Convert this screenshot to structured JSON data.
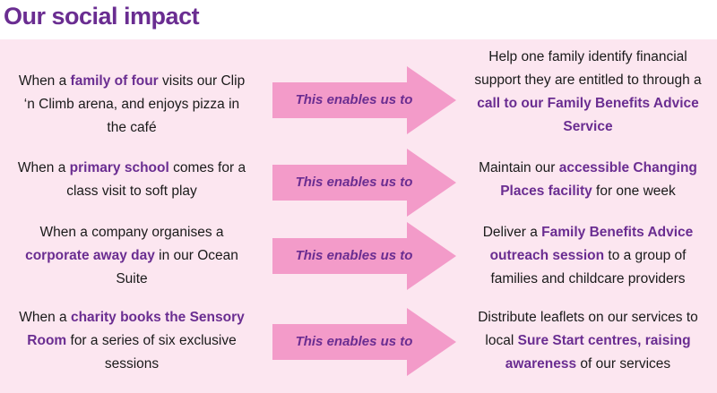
{
  "title": "Our social impact",
  "arrow_label": "This enables us to",
  "colors": {
    "accent": "#6a2d91",
    "panel": "#fce6f0",
    "arrow": "#f39bc9"
  },
  "rows": [
    {
      "cause": [
        {
          "t": "When a ",
          "b": false
        },
        {
          "t": "family of four",
          "b": true
        },
        {
          "t": " visits our Clip ‘n Climb arena, and enjoys pizza in the café",
          "b": false
        }
      ],
      "effect": [
        {
          "t": "Help one family identify financial support they are entitled to through a ",
          "b": false
        },
        {
          "t": "call to our Family Benefits Advice Service",
          "b": true
        }
      ]
    },
    {
      "cause": [
        {
          "t": "When a ",
          "b": false
        },
        {
          "t": "primary school",
          "b": true
        },
        {
          "t": " comes for a class visit to soft play",
          "b": false
        }
      ],
      "effect": [
        {
          "t": "Maintain our ",
          "b": false
        },
        {
          "t": "accessible Changing Places facility",
          "b": true
        },
        {
          "t": " for one week",
          "b": false
        }
      ]
    },
    {
      "cause": [
        {
          "t": "When a company organises a ",
          "b": false
        },
        {
          "t": "corporate away day",
          "b": true
        },
        {
          "t": " in our Ocean Suite",
          "b": false
        }
      ],
      "effect": [
        {
          "t": "Deliver a ",
          "b": false
        },
        {
          "t": "Family Benefits Advice outreach session",
          "b": true
        },
        {
          "t": " to a group of families and childcare providers",
          "b": false
        }
      ]
    },
    {
      "cause": [
        {
          "t": "When a ",
          "b": false
        },
        {
          "t": "charity books the Sensory Room",
          "b": true
        },
        {
          "t": " for a series of six exclusive sessions",
          "b": false
        }
      ],
      "effect": [
        {
          "t": "Distribute leaflets on our services to local ",
          "b": false
        },
        {
          "t": "Sure Start centres, raising awareness",
          "b": true
        },
        {
          "t": " of our services",
          "b": false
        }
      ]
    }
  ]
}
